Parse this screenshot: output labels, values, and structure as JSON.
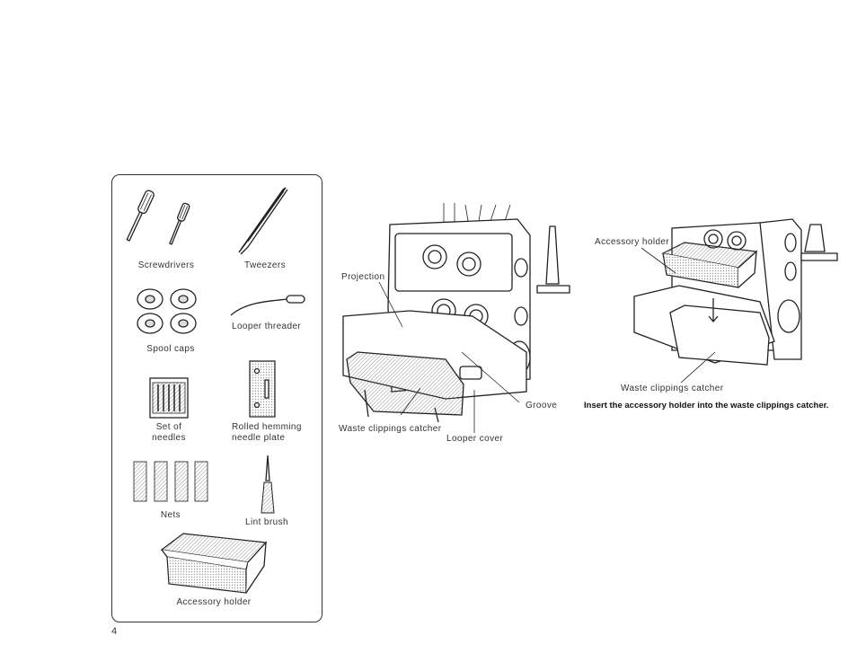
{
  "accessories_panel": {
    "screwdrivers": "Screwdrivers",
    "tweezers": "Tweezers",
    "spool_caps": "Spool caps",
    "looper_threader": "Looper threader",
    "needles_line1": "Set of",
    "needles_line2": "needles",
    "plate_line1": "Rolled hemming",
    "plate_line2": "needle plate",
    "nets": "Nets",
    "lint_brush": "Lint brush",
    "accessory_holder": "Accessory holder"
  },
  "machine_figure": {
    "projection": "Projection",
    "groove": "Groove",
    "waste_catcher": "Waste clippings catcher",
    "looper_cover": "Looper cover"
  },
  "insert_figure": {
    "accessory_holder": "Accessory holder",
    "waste_catcher": "Waste clippings catcher",
    "caption": "Insert the accessory holder into the waste clippings catcher."
  },
  "page_number": "4"
}
